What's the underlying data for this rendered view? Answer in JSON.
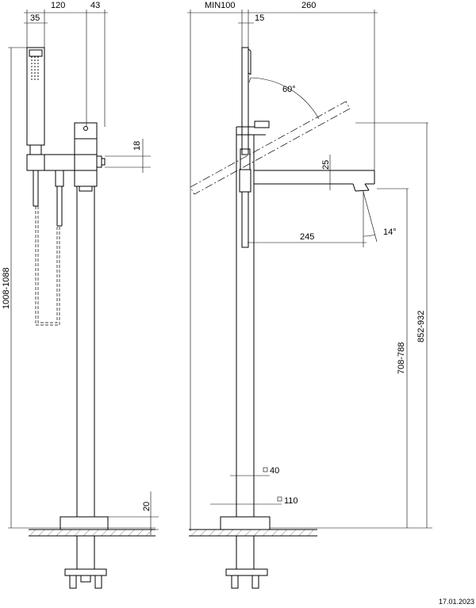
{
  "dimensions": {
    "left_top_120": "120",
    "left_top_43": "43",
    "left_35": "35",
    "left_18": "18",
    "left_height": "1008-1088",
    "left_20": "20",
    "right_top_min100": "MIN100",
    "right_top_15": "15",
    "right_top_260": "260",
    "right_angle_60": "60°",
    "right_25": "25",
    "right_245": "245",
    "right_angle_14": "14°",
    "right_height_852": "852-932",
    "right_height_708": "708-788",
    "right_square_40": "40",
    "right_square_110": "110"
  },
  "footer": {
    "date": "17.01.2023"
  }
}
